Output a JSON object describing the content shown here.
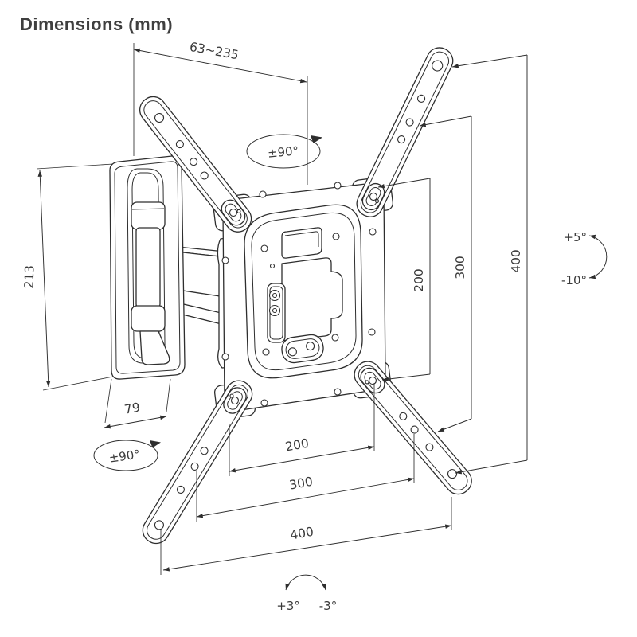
{
  "title": "Dimensions (mm)",
  "labels": {
    "extension": "63~235",
    "height": "213",
    "depth": "79",
    "swivel_top": "±90°",
    "swivel_bottom": "±90°",
    "tilt_up": "+5°",
    "tilt_down": "-10°",
    "level_cw": "+3°",
    "level_ccw": "-3°",
    "vesa_vertical": {
      "v200": "200",
      "v300": "300",
      "v400": "400"
    },
    "vesa_horizontal": {
      "h200": "200",
      "h300": "300",
      "h400": "400"
    }
  },
  "colors": {
    "line": "#2e2e2e",
    "dimension_text": "#3a3a3a",
    "background": "#ffffff"
  }
}
